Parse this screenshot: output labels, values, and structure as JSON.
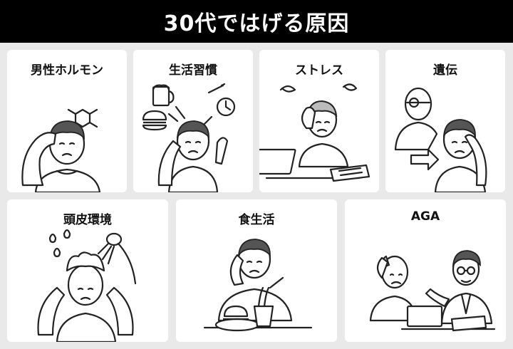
{
  "header": {
    "title": "30代ではげる原因"
  },
  "cards": [
    {
      "title": "男性ホルモン"
    },
    {
      "title": "生活習慣"
    },
    {
      "title": "ストレス"
    },
    {
      "title": "遺伝"
    },
    {
      "title": "頭皮環境"
    },
    {
      "title": "食生活"
    },
    {
      "title": "AGA"
    }
  ]
}
